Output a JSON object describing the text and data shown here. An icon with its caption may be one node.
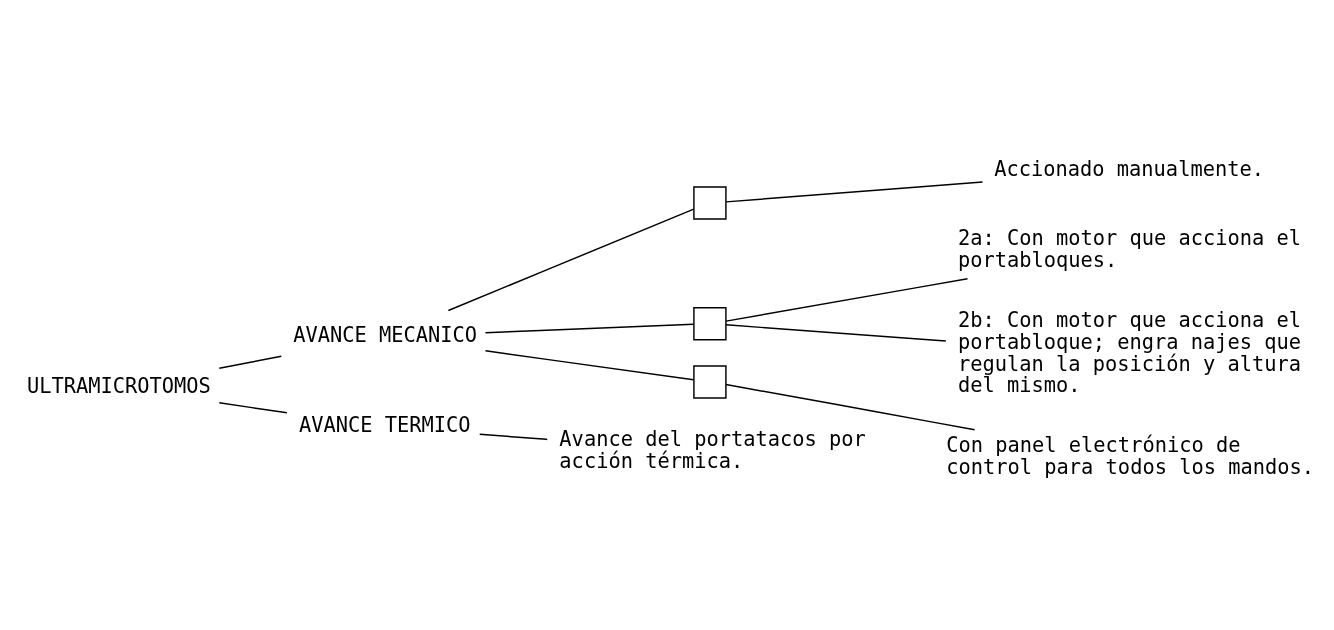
{
  "diagram": {
    "nodes": [
      {
        "text": [
          "ULTRAMICROTOMOS"
        ]
      },
      {
        "text": [
          "AVANCE MECANICO"
        ]
      },
      {
        "text": [
          "AVANCE TERMICO"
        ]
      },
      {
        "text": [],
        "shape": "box"
      },
      {
        "text": [],
        "shape": "box"
      },
      {
        "text": [],
        "shape": "box"
      },
      {
        "text": [
          "Accionado manualmente."
        ]
      },
      {
        "text": [
          "2a: Con motor que acciona el portabloques."
        ]
      },
      {
        "text": [
          "2b: Con motor que acciona el portabloque; engra najes que regulan la posición y altura del mismo."
        ]
      },
      {
        "text": [
          "Con panel electrónico de control para todos los mandos."
        ]
      },
      {
        "text": [
          "Avance del portatacos por acción térmica."
        ]
      }
    ],
    "edges": [
      {
        "from": 0,
        "to": 1,
        "arrow": "none"
      },
      {
        "from": 0,
        "to": 2,
        "arrow": "none"
      },
      {
        "from": 1,
        "to": 3,
        "arrow": "none"
      },
      {
        "from": 1,
        "to": 4,
        "arrow": "none"
      },
      {
        "from": 1,
        "to": 5,
        "arrow": "none"
      },
      {
        "from": 3,
        "to": 6,
        "arrow": "none"
      },
      {
        "from": 4,
        "to": 7,
        "arrow": "none"
      },
      {
        "from": 4,
        "to": 8,
        "arrow": "none"
      },
      {
        "from": 5,
        "to": 9,
        "arrow": "none"
      },
      {
        "from": 2,
        "to": 10,
        "arrow": "none"
      }
    ]
  }
}
